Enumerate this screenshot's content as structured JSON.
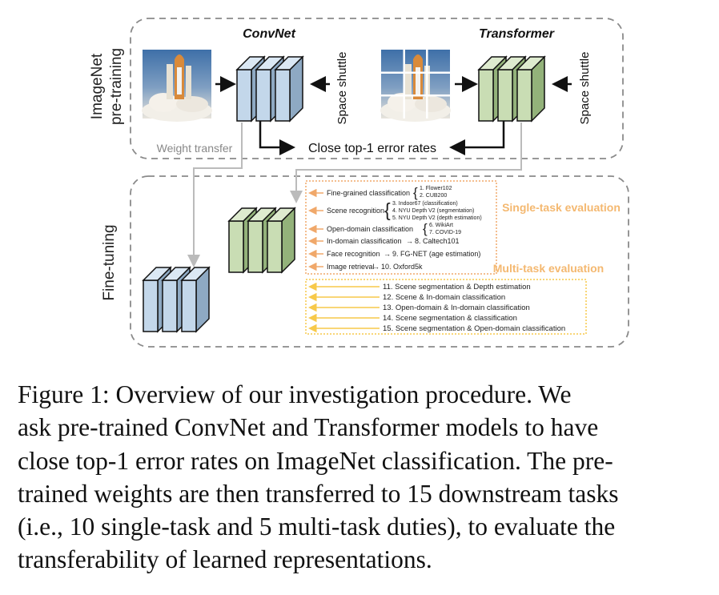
{
  "pretrain": {
    "side_label": [
      "ImageNet",
      "pre-training"
    ],
    "convnet_title": "ConvNet",
    "transformer_title": "Transformer",
    "input_label_left": "Space shuttle",
    "input_label_right": "Space shuttle",
    "compare_label": "Close top-1 error rates",
    "transfer_label": "Weight transfer"
  },
  "finetune": {
    "side_label": "Fine-tuning",
    "single_title": "Single-task evaluation",
    "multi_title": "Multi-task evaluation",
    "single_groups": [
      {
        "label": "Fine-grained classification",
        "items": [
          "1. Flower102",
          "2. CUB200"
        ]
      },
      {
        "label": "Scene recognition",
        "items": [
          "3. Indoor67 (classification)",
          "4. NYU Depth V2 (segmentation)",
          "5. NYU Depth V2 (depth estimation)"
        ]
      },
      {
        "label": "Open-domain classification",
        "items": [
          "6. WikiArt",
          "7. COVID-19"
        ]
      },
      {
        "label": "In-domain classification",
        "arrow_item": "8. Caltech101"
      },
      {
        "label": "Face recognition",
        "arrow_item": "9. FG-NET (age estimation)"
      },
      {
        "label": "Image retrieval",
        "arrow_item": "10. Oxford5k"
      }
    ],
    "multi_items": [
      "11. Scene segmentation & Depth estimation",
      "12. Scene & In-domain classification",
      "13. Open-domain & In-domain classification",
      "14. Scene segmentation & classification",
      "15. Scene segmentation & Open-domain classification"
    ]
  },
  "colors": {
    "convnet_fill": "#c3d7ea",
    "transformer_fill": "#c9ddb4",
    "orange": "#f0a86a",
    "yellow": "#f7c94a",
    "orange_text": "#f4b870"
  },
  "caption": {
    "lines": [
      "Figure 1:  Overview of our investigation procedure.  We",
      "ask pre-trained ConvNet and Transformer models to have",
      "close top-1 error rates on ImageNet classification. The pre-",
      "trained weights are then transferred to 15 downstream tasks",
      "(i.e., 10 single-task and 5 multi-task duties), to evaluate the",
      "transferability of learned representations."
    ]
  }
}
